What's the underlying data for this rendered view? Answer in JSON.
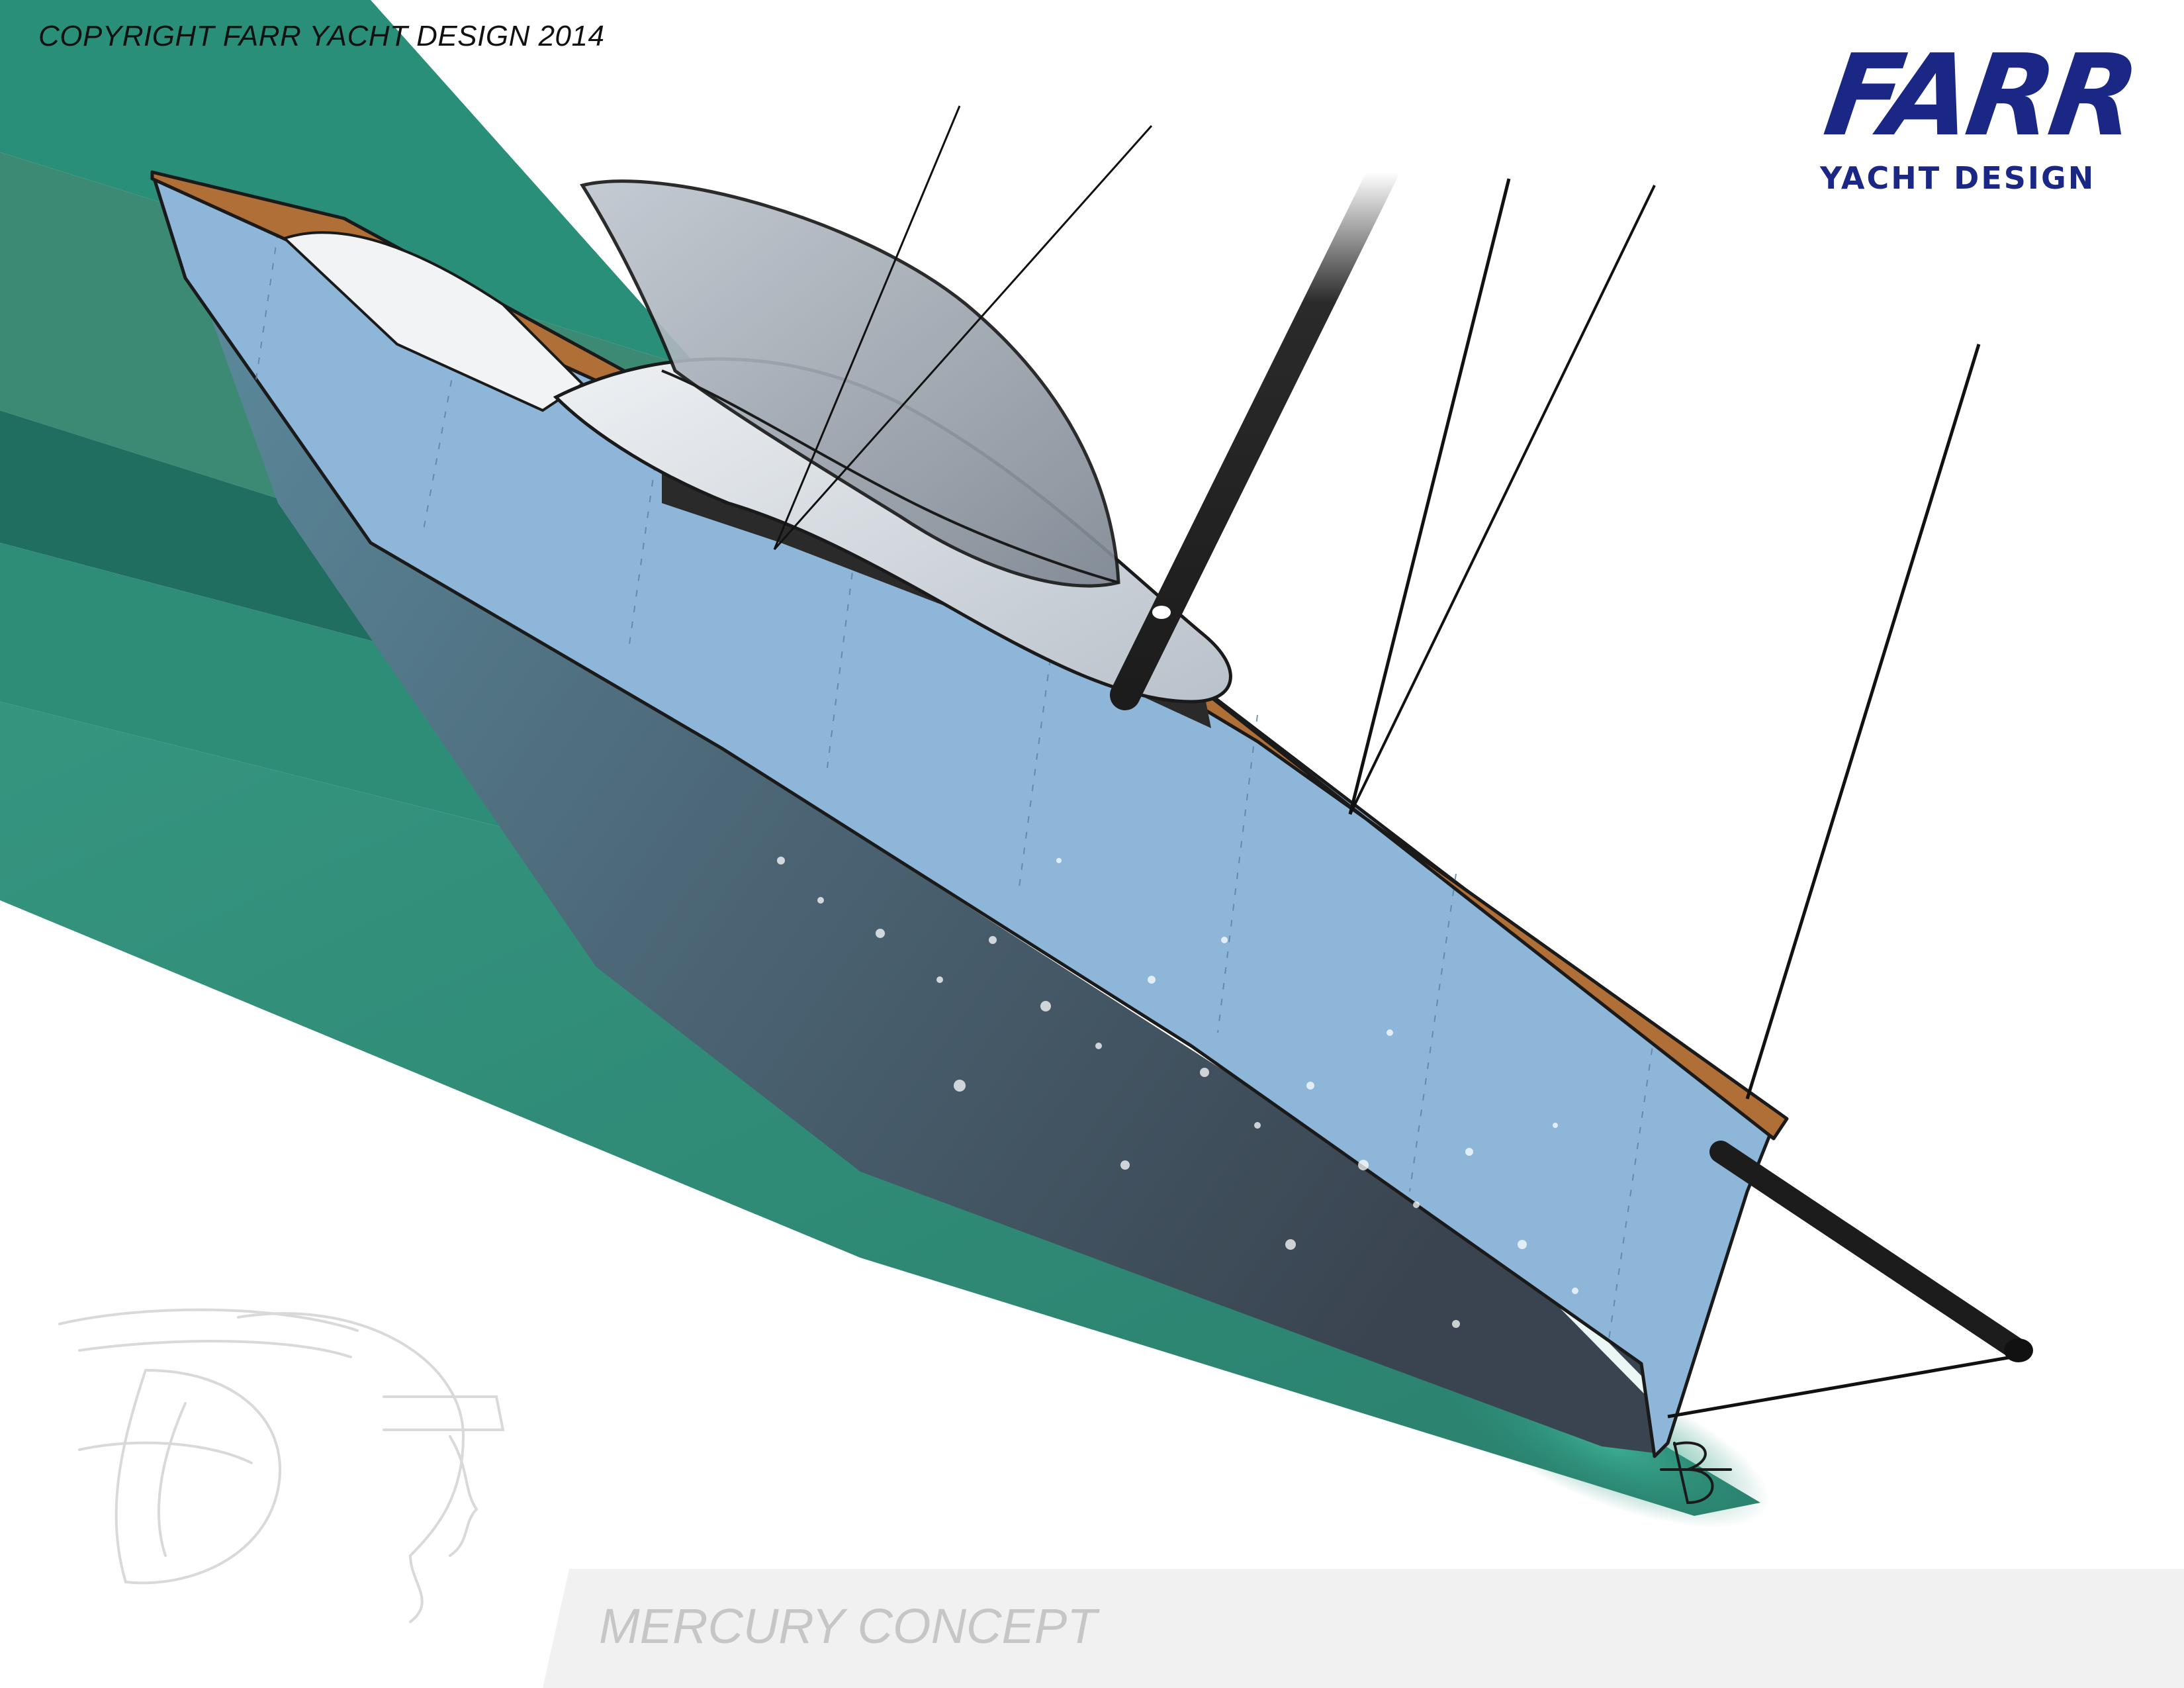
{
  "header": {
    "copyright": "COPYRIGHT FARR YACHT DESIGN 2014"
  },
  "logo": {
    "wordmark": "FARR",
    "registered": "®",
    "tagline": "YACHT DESIGN"
  },
  "caption": {
    "title": "MERCURY CONCEPT"
  },
  "icons": {
    "watermark": "designer-head-monogram-watermark",
    "signature": "artist-signature-mark"
  },
  "colors": {
    "brand": "#1a2784",
    "hull": "#8db6d9",
    "deck": "#b06f36",
    "sea": "#2a8f78",
    "sea_light": "#34a38a",
    "streak_dark": "#206e60",
    "cabin": "#d8dde3",
    "spar": "#1c1c1c",
    "caption_bg": "#f1f1f1"
  }
}
